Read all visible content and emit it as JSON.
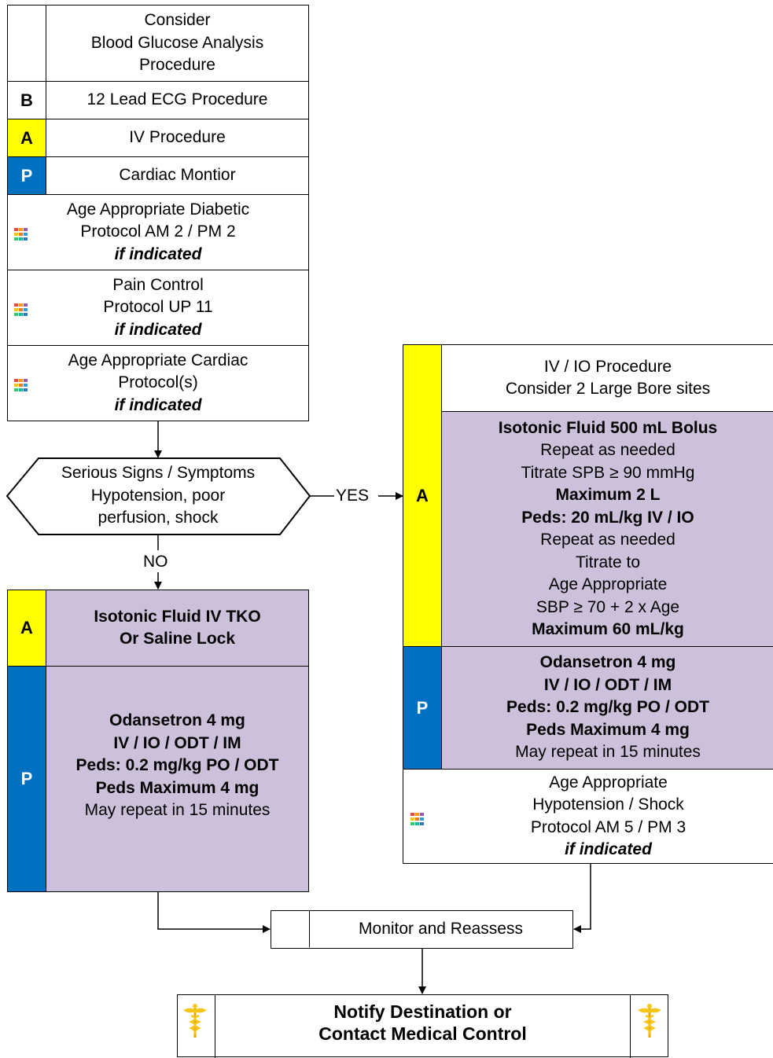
{
  "left_column": {
    "glucose": [
      "Consider",
      "Blood Glucose Analysis",
      "Procedure"
    ],
    "ecg": {
      "level": "B",
      "label": "12 Lead ECG Procedure"
    },
    "iv": {
      "level": "A",
      "label": "IV Procedure"
    },
    "monitor": {
      "level": "P",
      "label": "Cardiac Montior"
    },
    "diabetic": {
      "lines": [
        "Age Appropriate Diabetic",
        "Protocol AM 2 / PM 2"
      ],
      "note": "if indicated",
      "icon": "protocol-grid-icon"
    },
    "pain": {
      "lines": [
        "Pain Control",
        "Protocol UP 11"
      ],
      "note": "if indicated",
      "icon": "protocol-grid-icon"
    },
    "cardiac": {
      "lines": [
        "Age Appropriate Cardiac",
        "Protocol(s)"
      ],
      "note": "if indicated",
      "icon": "protocol-grid-icon"
    }
  },
  "decision": {
    "lines": [
      "Serious Signs / Symptoms",
      "Hypotension, poor",
      "perfusion, shock"
    ],
    "yes_label": "YES",
    "no_label": "NO"
  },
  "no_branch": {
    "advanced": {
      "level": "A",
      "lines": [
        "Isotonic Fluid IV TKO",
        "Or Saline Lock"
      ]
    },
    "paramedic": {
      "level": "P",
      "bold_lines": [
        "Odansetron 4 mg",
        "IV / IO / ODT / IM",
        "Peds: 0.2 mg/kg PO / ODT",
        "Peds Maximum 4 mg"
      ],
      "normal_lines": [
        "May repeat in 15 minutes"
      ]
    }
  },
  "yes_branch": {
    "ivio": {
      "lines": [
        "IV / IO Procedure",
        "Consider 2 Large Bore sites"
      ]
    },
    "advanced": {
      "level": "A",
      "lines": [
        {
          "text": "Isotonic Fluid 500 mL Bolus",
          "bold": true
        },
        {
          "text": "Repeat as needed",
          "bold": false
        },
        {
          "text": "Titrate SPB ≥ 90 mmHg",
          "bold": false
        },
        {
          "text": "Maximum 2 L",
          "bold": true
        },
        {
          "text": "Peds: 20 mL/kg IV / IO",
          "bold": true
        },
        {
          "text": "Repeat as needed",
          "bold": false
        },
        {
          "text": "Titrate to",
          "bold": false
        },
        {
          "text": "Age Appropriate",
          "bold": false
        },
        {
          "text": "SBP ≥ 70 + 2 x Age",
          "bold": false
        },
        {
          "text": "Maximum 60 mL/kg",
          "bold": true
        }
      ]
    },
    "paramedic": {
      "level": "P",
      "bold_lines": [
        "Odansetron 4 mg",
        "IV / IO / ODT / IM",
        "Peds: 0.2 mg/kg PO / ODT",
        "Peds Maximum 4 mg"
      ],
      "normal_lines": [
        "May repeat in 15 minutes"
      ]
    },
    "shock": {
      "lines": [
        "Age Appropriate",
        "Hypotension / Shock",
        "Protocol AM 5 / PM 3"
      ],
      "note": "if indicated",
      "icon": "protocol-grid-icon"
    }
  },
  "reassess": {
    "label": "Monitor and Reassess"
  },
  "notify": {
    "lines": [
      "Notify Destination or",
      "Contact Medical Control"
    ],
    "icon": "caduceus-icon"
  },
  "colors": {
    "advanced_yellow": "#ffff00",
    "paramedic_blue": "#0070c0",
    "lavender": "#ccc0da"
  }
}
